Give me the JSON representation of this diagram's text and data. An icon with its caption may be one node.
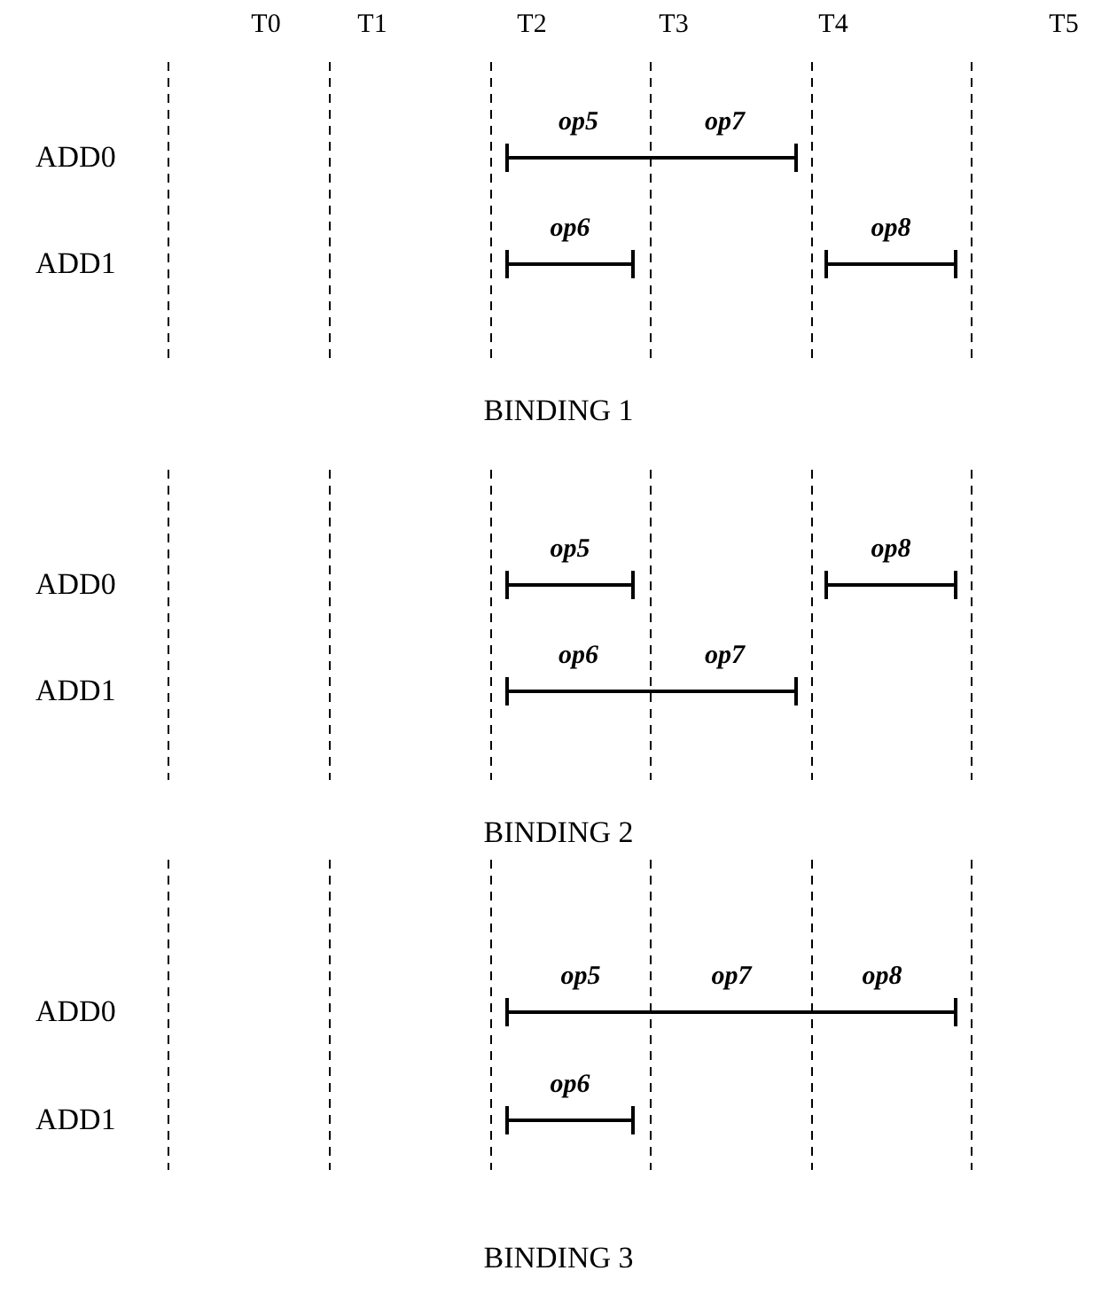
{
  "diagram": {
    "nodes": [
      {
        "text": [
          "op5",
          "op7"
        ]
      },
      {
        "text": [
          "op6"
        ]
      },
      {
        "text": [
          "op8"
        ]
      },
      {
        "text": [
          "op5"
        ]
      },
      {
        "text": [
          "op8"
        ]
      },
      {
        "text": [
          "op6",
          "op7"
        ]
      },
      {
        "text": [
          "op5",
          "op7",
          "op8"
        ]
      },
      {
        "text": [
          "op6"
        ]
      }
    ],
    "labels": [
      "T0",
      "T1",
      "T2",
      "T3",
      "T4",
      "T5",
      "ADD0",
      "ADD1",
      "BINDING 1",
      "ADD0",
      "ADD1",
      "BINDING 2",
      "ADD0",
      "ADD1",
      "BINDING 3"
    ]
  }
}
